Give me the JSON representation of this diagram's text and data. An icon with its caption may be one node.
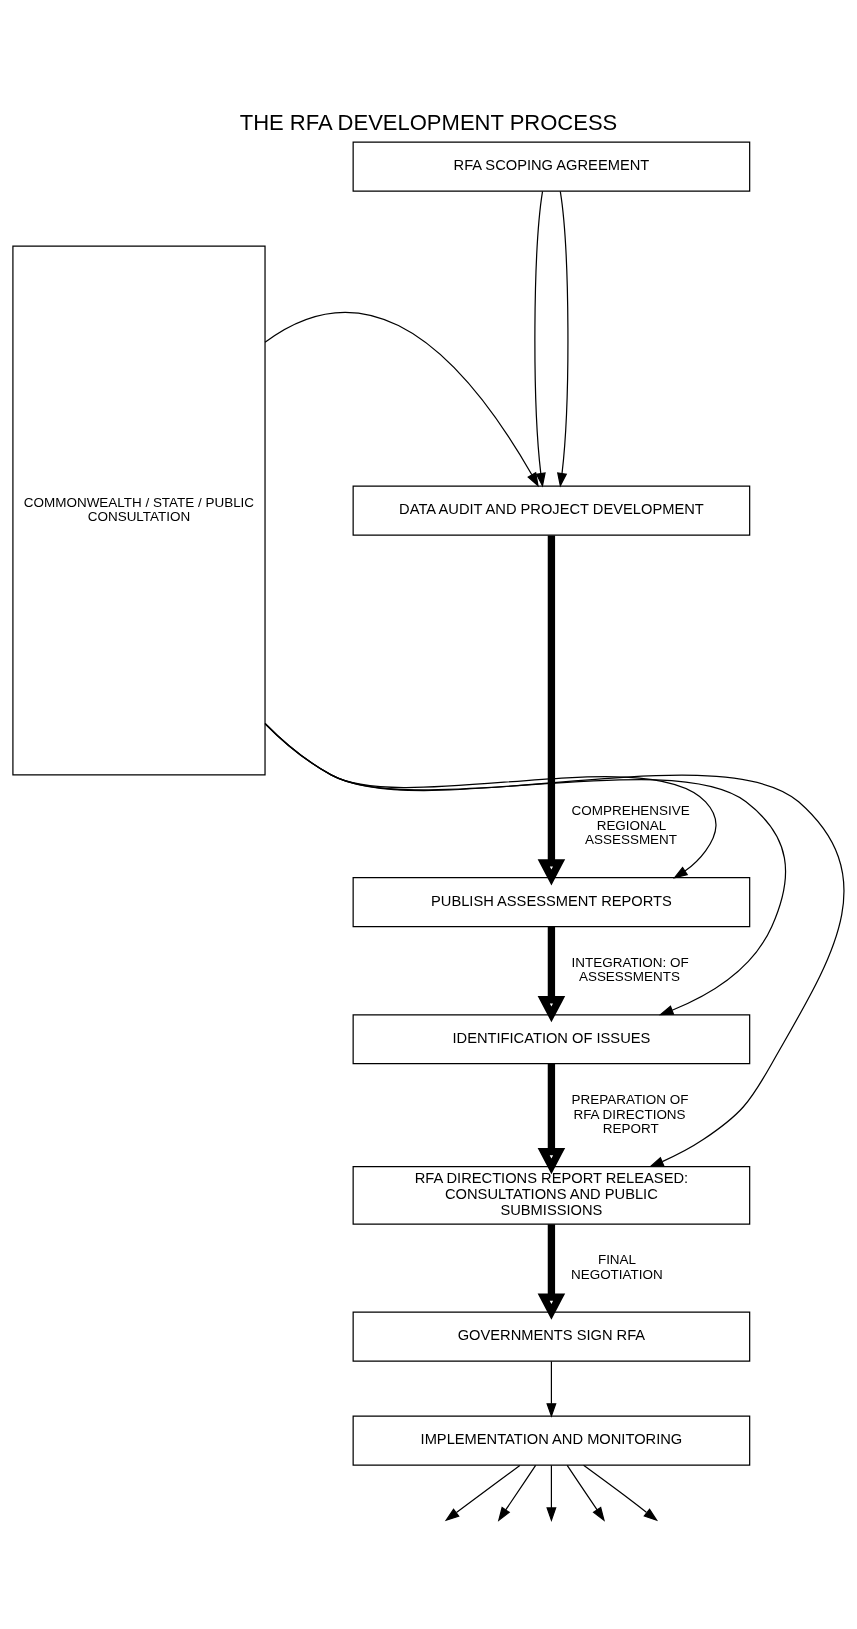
{
  "diagram": {
    "title": "THE RFA DEVELOPMENT PROCESS",
    "nodes": [
      {
        "text": [
          "RFA SCOPING AGREEMENT"
        ]
      },
      {
        "text": [
          "DATA AUDIT AND PROJECT DEVELOPMENT"
        ]
      },
      {
        "text": [
          "PUBLISH ASSESSMENT REPORTS"
        ]
      },
      {
        "text": [
          "IDENTIFICATION OF ISSUES"
        ]
      },
      {
        "text": [
          "RFA DIRECTIONS REPORT RELEASED: CONSULTATIONS AND PUBLIC SUBMISSIONS"
        ]
      },
      {
        "text": [
          "GOVERNMENTS SIGN RFA"
        ]
      },
      {
        "text": [
          "IMPLEMENTATION AND MONITORING"
        ]
      },
      {
        "text": [
          "COMMONWEALTH / STATE / PUBLIC CONSULTATION"
        ]
      }
    ],
    "edges": [
      {
        "from": 0,
        "to": 1,
        "arrow": "to"
      },
      {
        "from": 0,
        "to": 1,
        "arrow": "to"
      },
      {
        "from": 7,
        "to": 1,
        "arrow": "to"
      },
      {
        "from": 1,
        "to": 2,
        "arrow": "to",
        "label": "COMPREHENSIVE REGIONAL ASSESSMENT",
        "style": "thick"
      },
      {
        "from": 7,
        "to": 2,
        "arrow": "to"
      },
      {
        "from": 2,
        "to": 3,
        "arrow": "to",
        "label": "INTEGRATION: OF ASSESSMENTS",
        "style": "thick"
      },
      {
        "from": 7,
        "to": 3,
        "arrow": "to"
      },
      {
        "from": 3,
        "to": 4,
        "arrow": "to",
        "label": "PREPARATION OF RFA DIRECTIONS REPORT",
        "style": "thick"
      },
      {
        "from": 7,
        "to": 4,
        "arrow": "to"
      },
      {
        "from": 4,
        "to": 5,
        "arrow": "to",
        "label": "FINAL NEGOTIATION",
        "style": "thick"
      },
      {
        "from": 5,
        "to": 6,
        "arrow": "to"
      },
      {
        "from": 6,
        "to": null,
        "arrow": "to"
      },
      {
        "from": 6,
        "to": null,
        "arrow": "to"
      },
      {
        "from": 6,
        "to": null,
        "arrow": "to"
      },
      {
        "from": 6,
        "to": null,
        "arrow": "to"
      },
      {
        "from": 6,
        "to": null,
        "arrow": "to"
      }
    ]
  }
}
